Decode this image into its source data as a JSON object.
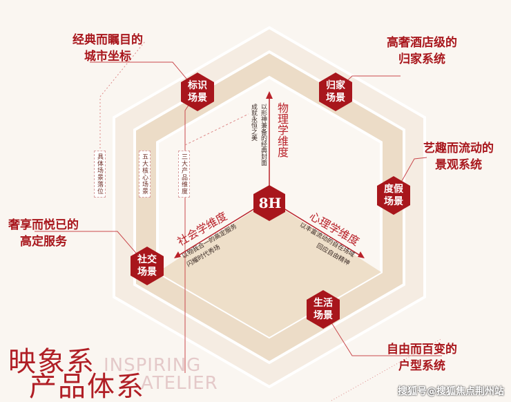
{
  "colors": {
    "accent": "#a8161c",
    "ring_light": "#f3e8dc",
    "ring_mid": "#ead8c1"
  },
  "outer_labels": {
    "landmark": "经典而瞩目的\n城市坐标",
    "home": "高奢酒店级的\n归家系统",
    "resort": "艺趣而流动的\n景观系统",
    "social": "奢享而悦已的\n高定服务",
    "life": "自由而百变的\n户型系统"
  },
  "nodes": {
    "landmark": "标识\n场景",
    "home": "归家\n场景",
    "resort": "度假\n场景",
    "social": "社交\n场景",
    "life": "生活\n场景"
  },
  "tags": [
    "具体场景落位",
    "五大核心场景",
    "三大产品维度"
  ],
  "dimensions": {
    "physical": {
      "title": "物理学维度",
      "desc1": "以形神兼备的经典封面",
      "desc2": "成就永恒之美"
    },
    "social": {
      "title": "社会学维度",
      "desc": "以物我合一的高定服务\n闪耀时代秀场"
    },
    "psych": {
      "title": "心理学维度",
      "desc": "以丰富流动的自在场域\n回应自由精神"
    }
  },
  "center_logo": "8H",
  "title": {
    "line1": "映象系",
    "line2": "产品体系",
    "en1": "INSPIRING",
    "en2": "ATELIER"
  },
  "watermark": "搜狐号@搜狐焦点荆州站"
}
